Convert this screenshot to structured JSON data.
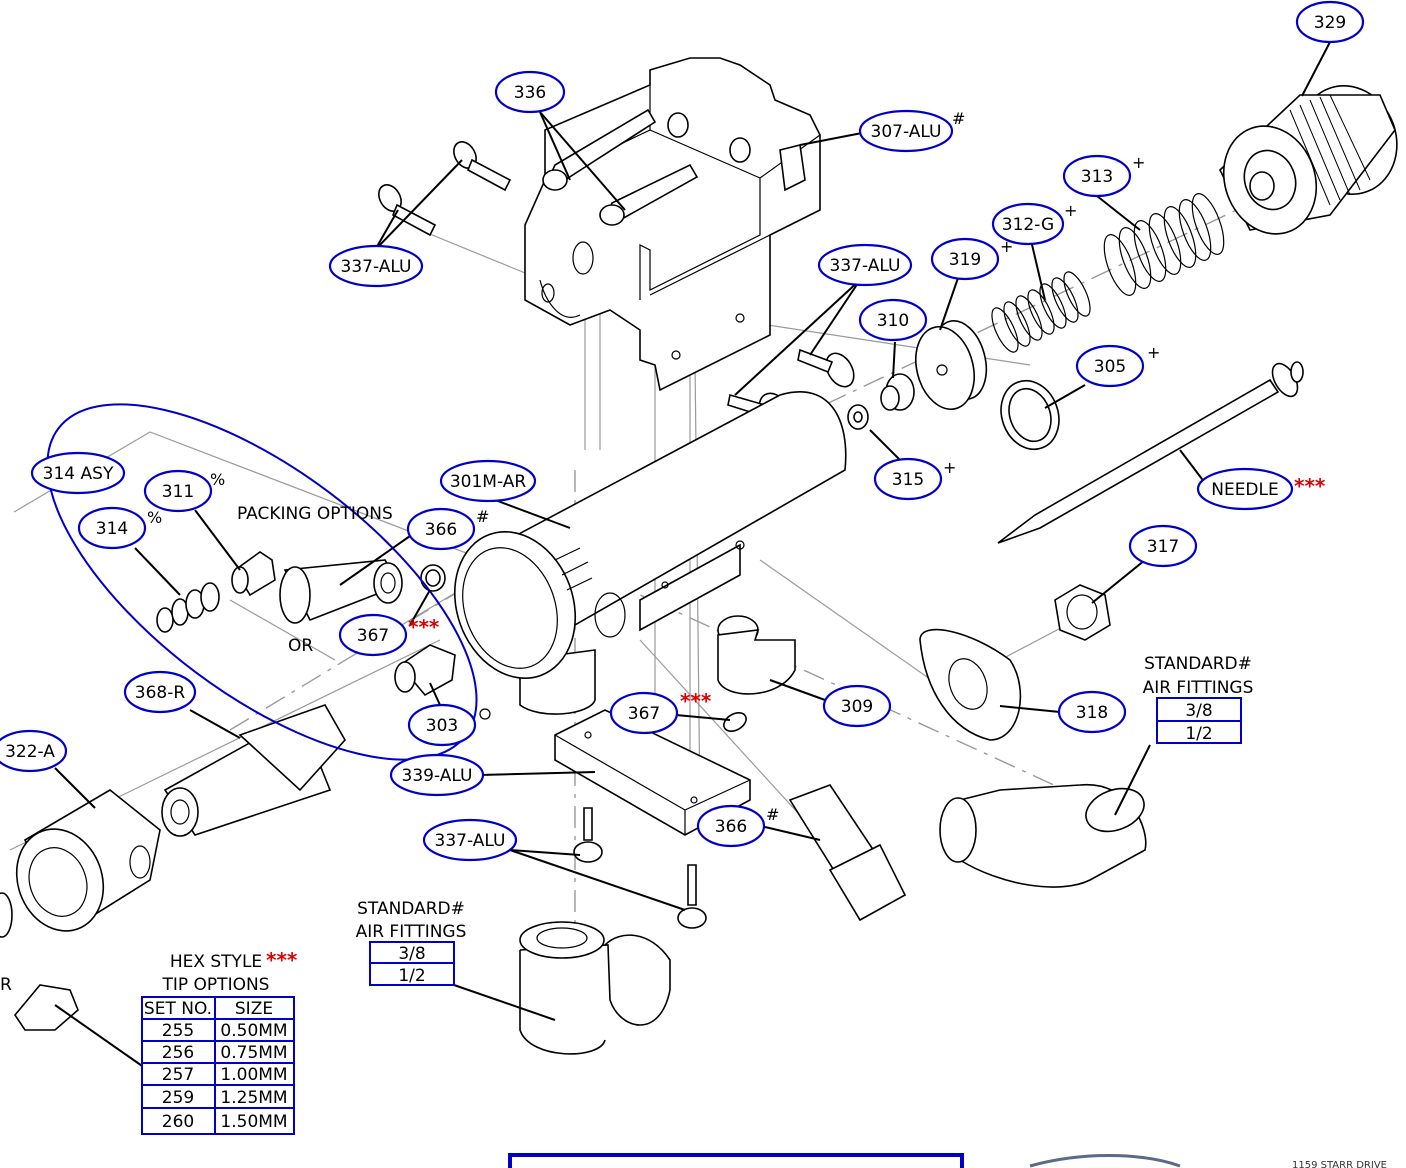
{
  "callouts": {
    "c329": "329",
    "c336": "336",
    "c307": "307-ALU",
    "c313": "313",
    "c312": "312-G",
    "c337a": "337-ALU",
    "c337b": "337-ALU",
    "c319": "319",
    "c310": "310",
    "c305": "305",
    "c315": "315",
    "c314asy": "314 ASY",
    "c311": "311",
    "c314": "314",
    "c301": "301M-AR",
    "c366a": "366",
    "c367a": "367",
    "c303": "303",
    "c368": "368-R",
    "c322": "322-A",
    "c309": "309",
    "c367b": "367",
    "c339": "339-ALU",
    "c318": "318",
    "c317": "317",
    "c366b": "366",
    "c337c": "337-ALU",
    "cneedle": "NEEDLE"
  },
  "marks": {
    "hash": "#",
    "plus": "+",
    "percent": "%",
    "stars": "***",
    "or": "OR",
    "r": "R"
  },
  "packing_options": "PACKING OPTIONS",
  "air_fittings_right": {
    "title1": "STANDARD#",
    "title2": "AIR FITTINGS",
    "rows": [
      "3/8",
      "1/2"
    ]
  },
  "air_fittings_left": {
    "title1": "STANDARD#",
    "title2": "AIR FITTINGS",
    "rows": [
      "3/8",
      "1/2"
    ]
  },
  "tip_options": {
    "title1": "HEX STYLE",
    "title1_stars": "***",
    "title2": "TIP OPTIONS",
    "headers": [
      "SET NO.",
      "SIZE"
    ],
    "rows": [
      [
        "255",
        "0.50MM"
      ],
      [
        "256",
        "0.75MM"
      ],
      [
        "257",
        "1.00MM"
      ],
      [
        "259",
        "1.25MM"
      ],
      [
        "260",
        "1.50MM"
      ]
    ]
  },
  "footer": {
    "address_fragment": "1159 STARR DRIVE"
  },
  "colors": {
    "callout_outline": "#0000c8",
    "warning_stars": "#e00000",
    "line": "#000000",
    "construction_line": "#9a9a9a"
  }
}
